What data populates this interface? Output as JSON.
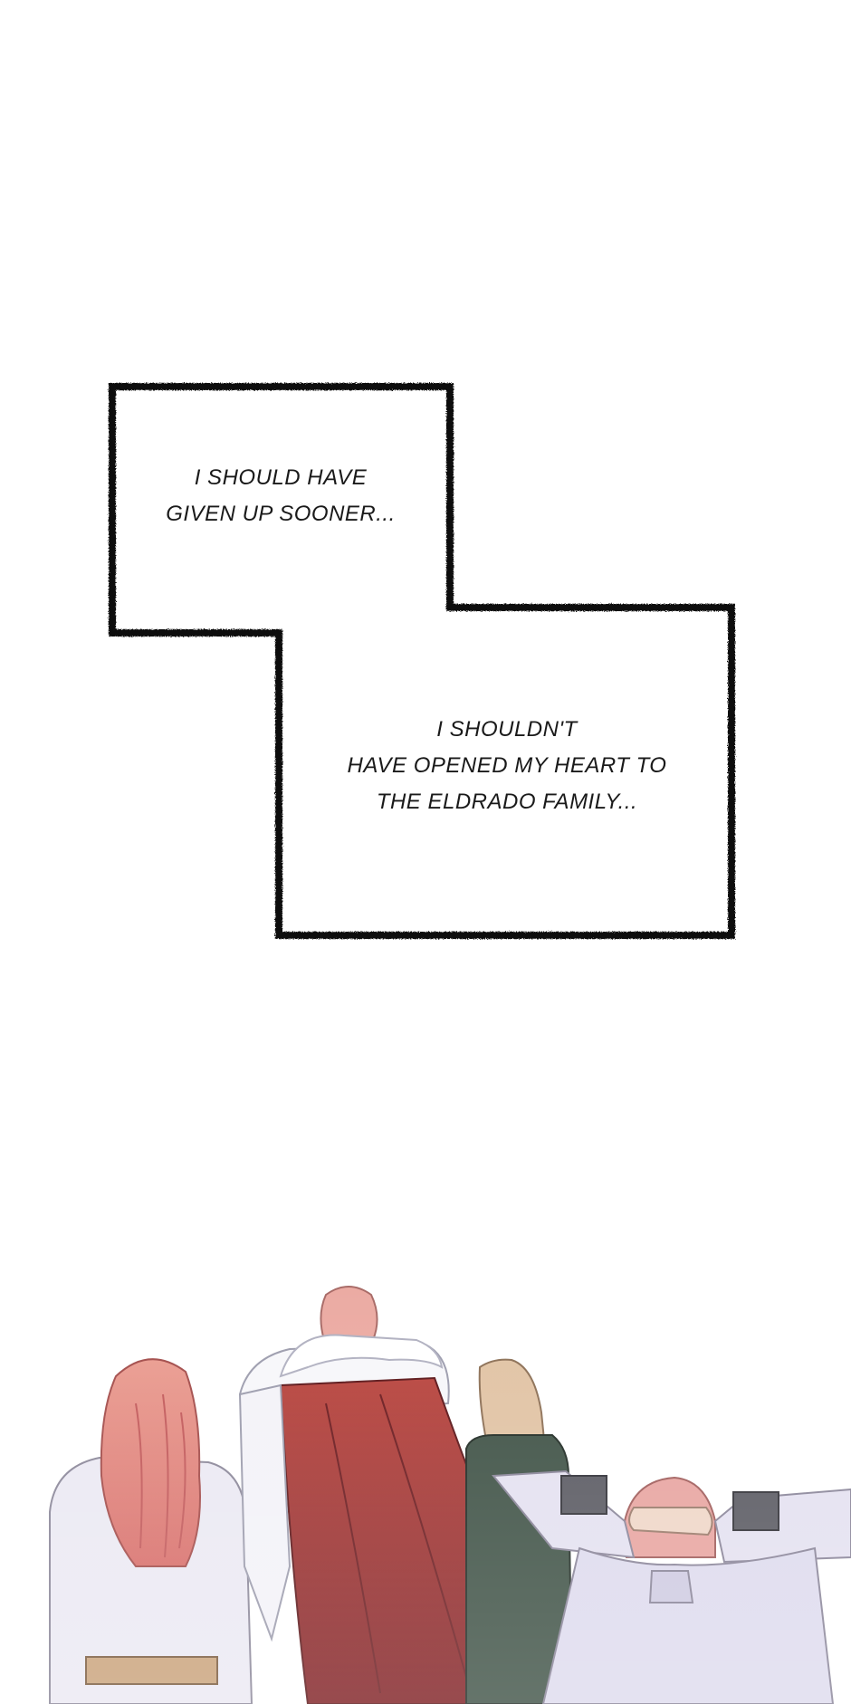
{
  "caption_top": {
    "lines": [
      "I SHOULD HAVE",
      "GIVEN UP SOONER..."
    ]
  },
  "caption_bottom": {
    "lines": [
      "I SHOULDN'T",
      "HAVE OPENED MY HEART TO",
      "THE ELDRADO FAMILY..."
    ]
  },
  "colors": {
    "background": "#ffffff",
    "panel_border": "#111111",
    "hair_pink": "#e7968c",
    "cape_red": "#9e2a2a",
    "robe_lavender": "#e6e3f2"
  }
}
